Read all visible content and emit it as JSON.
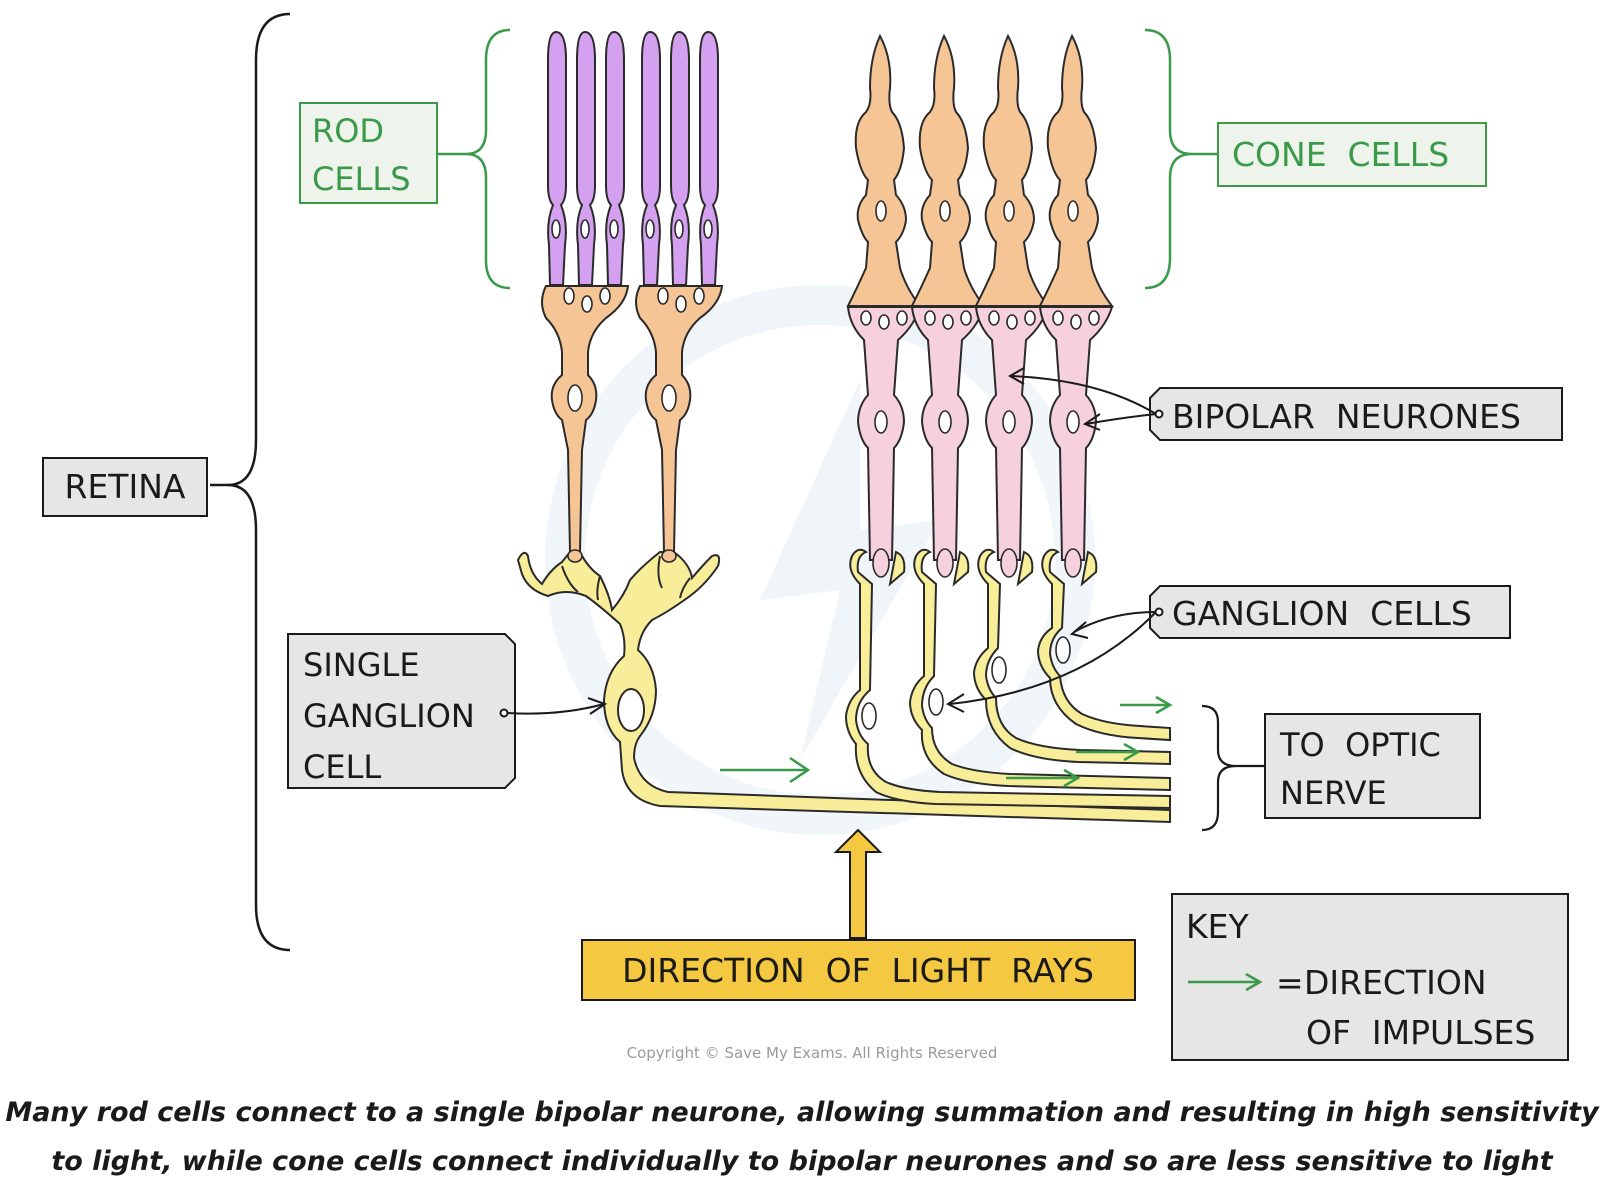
{
  "labels": {
    "retina": "RETINA",
    "rod_line1": "ROD",
    "rod_line2": "CELLS",
    "cone": "CONE  CELLS",
    "bipolar": "BIPOLAR  NEURONES",
    "ganglion": "GANGLION  CELLS",
    "single_line1": "SINGLE",
    "single_line2": "GANGLION",
    "single_line3": "CELL",
    "optic_line1": "TO  OPTIC",
    "optic_line2": "NERVE",
    "light": "DIRECTION  OF  LIGHT  RAYS"
  },
  "key": {
    "title": "KEY",
    "eq": "=",
    "line1": "DIRECTION",
    "line2": "OF  IMPULSES"
  },
  "copyright": "Copyright © Save My Exams. All Rights Reserved",
  "caption": {
    "line1": "Many rod cells connect to a single bipolar neurone, allowing summation and resulting in high sensitivity",
    "line2": "to light, while cone cells connect individually to bipolar neurones and so are less sensitive to light"
  },
  "colors": {
    "rod": "#d4a0f0",
    "rod_stroke": "#2a2a2a",
    "bipolar_rod": "#f5c596",
    "bipolar_cone": "#f6d0dc",
    "cone": "#f5c596",
    "ganglion": "#f8ee9a",
    "green": "#3a9a4a",
    "grey_box": "#e6e6e6",
    "light_box": "#f5c842"
  }
}
